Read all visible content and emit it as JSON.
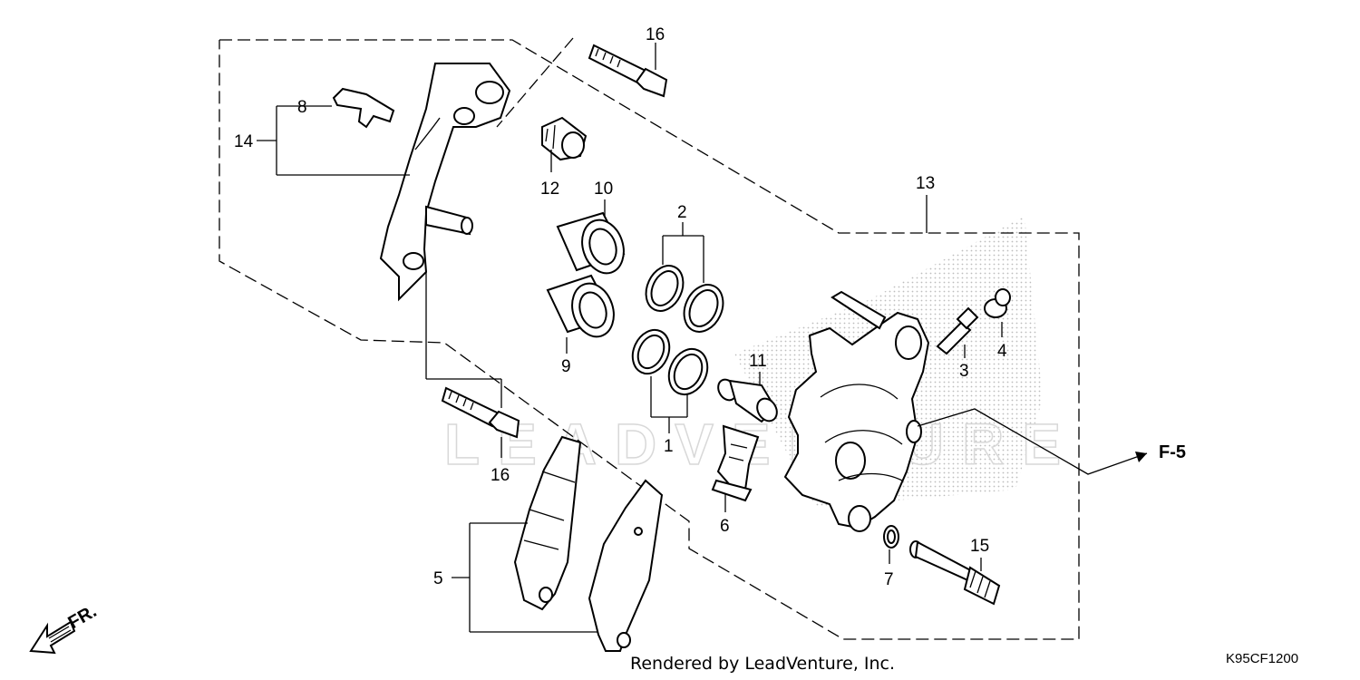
{
  "diagram": {
    "footer_text": "Rendered by LeadVenture, Inc.",
    "diagram_code": "K95CF1200",
    "watermark": "LEADVENTURE",
    "direction_label": "FR.",
    "reference_label": "F-5"
  },
  "callouts": {
    "c1": "1",
    "c2": "2",
    "c3": "3",
    "c4": "4",
    "c5": "5",
    "c6": "6",
    "c7": "7",
    "c8": "8",
    "c9": "9",
    "c10": "10",
    "c11": "11",
    "c12": "12",
    "c13": "13",
    "c14": "14",
    "c15": "15",
    "c16a": "16",
    "c16b": "16"
  },
  "colors": {
    "line": "#000000",
    "background": "#ffffff",
    "stipple": "#bdbdbd",
    "watermark": "#d8d8d8"
  },
  "icons": {
    "direction": "front-arrow-icon"
  }
}
